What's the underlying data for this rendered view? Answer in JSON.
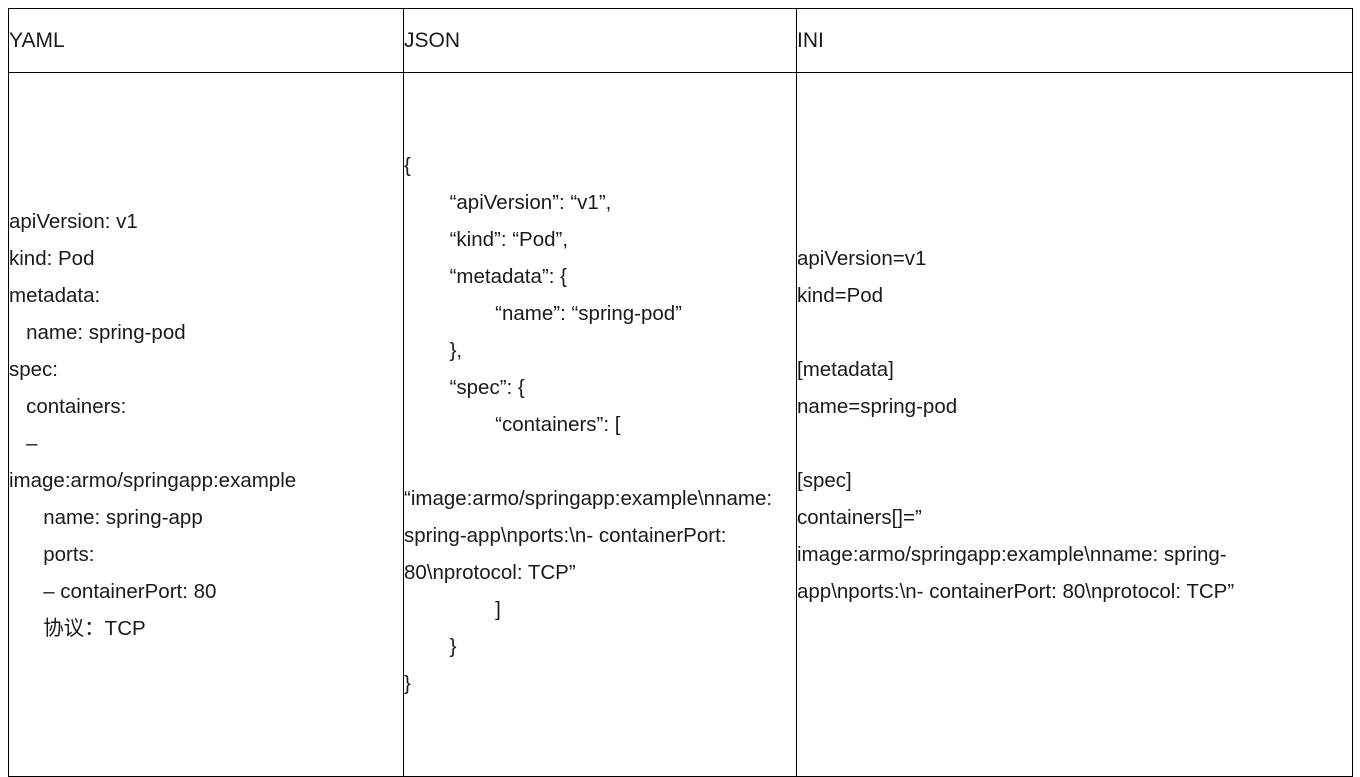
{
  "table": {
    "headers": [
      {
        "label": "YAML"
      },
      {
        "label": "JSON"
      },
      {
        "label": "INI"
      }
    ],
    "cells": {
      "yaml": "apiVersion: v1\nkind: Pod\nmetadata:\n   name: spring-pod\nspec:\n   containers:\n   –\nimage:armo/springapp:example\n      name: spring-app\n      ports:\n      – containerPort: 80\n      协议：TCP",
      "json": "{\n        “apiVersion”: “v1”,\n        “kind”: “Pod”,\n        “metadata”: {\n                “name”: “spring-pod”\n        },\n        “spec”: {\n                “containers”: [\n\n“image:armo/springapp:example\\nname: spring-app\\nports:\\n- containerPort: 80\\nprotocol: TCP”\n                ]\n        }\n}",
      "ini": "apiVersion=v1\nkind=Pod\n\n[metadata]\nname=spring-pod\n\n[spec]\ncontainers[]=”\nimage:armo/springapp:example\\nname: spring-app\\nports:\\n- containerPort: 80\\nprotocol: TCP”"
    }
  },
  "colors": {
    "border": "#000000",
    "text": "#1a1a1a",
    "background": "#ffffff"
  }
}
